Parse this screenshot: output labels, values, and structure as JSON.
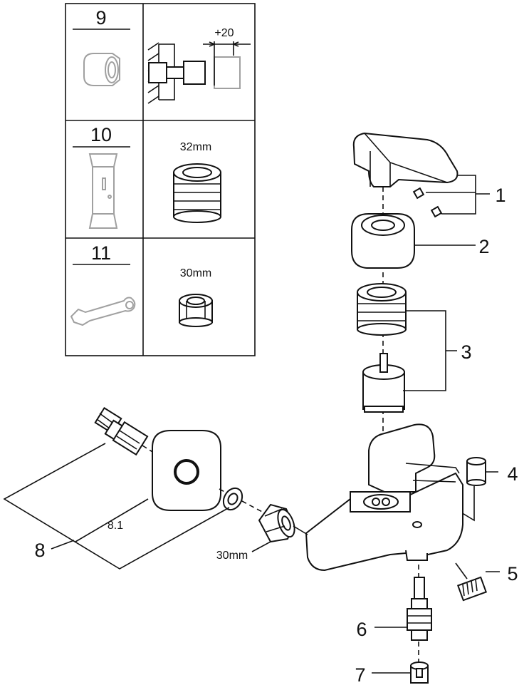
{
  "inset_table": {
    "rows": [
      {
        "part_number": "9",
        "detail_label": "+20"
      },
      {
        "part_number": "10",
        "detail_label": "32mm"
      },
      {
        "part_number": "11",
        "detail_label": "30mm"
      }
    ]
  },
  "callouts": {
    "c1": "1",
    "c2": "2",
    "c3": "3",
    "c4": "4",
    "c5": "5",
    "c6": "6",
    "c7": "7",
    "c8": "8",
    "c81": "8.1",
    "nut_size": "30mm"
  }
}
